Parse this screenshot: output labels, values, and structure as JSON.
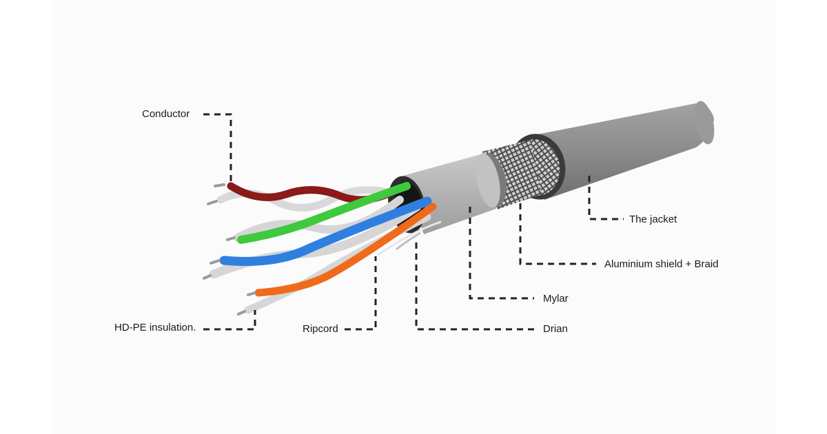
{
  "labels": {
    "conductor": "Conductor",
    "insulation": "HD-PE insulation.",
    "ripcord": "Ripcord",
    "drain": "Drian",
    "mylar": "Mylar",
    "shield": "Aluminium shield  + Braid",
    "jacket": "The jacket"
  },
  "colors": {
    "jacket": "#8a8a8a",
    "jacket_rim": "#3a3a3a",
    "braid": "#6e6e6e",
    "mylar": "#b8b8b8",
    "pair_brown": "#8b1a1a",
    "pair_green": "#3ec93e",
    "pair_blue": "#2f7fe0",
    "pair_orange": "#f06a1c",
    "pair_white": "#dcdcdc",
    "leader_line": "#222222"
  }
}
